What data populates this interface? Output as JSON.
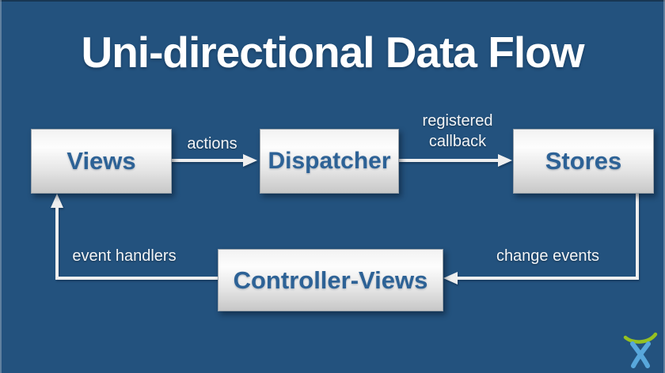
{
  "title": "Uni-directional Data Flow",
  "nodes": [
    {
      "id": "views",
      "label": "Views"
    },
    {
      "id": "dispatcher",
      "label": "Dispatcher"
    },
    {
      "id": "stores",
      "label": "Stores"
    },
    {
      "id": "controller-views",
      "label": "Controller-Views"
    }
  ],
  "edges": [
    {
      "from": "views",
      "to": "dispatcher",
      "label": "actions"
    },
    {
      "from": "dispatcher",
      "to": "stores",
      "label": "registered callback"
    },
    {
      "from": "stores",
      "to": "controller-views",
      "label": "change events"
    },
    {
      "from": "controller-views",
      "to": "views",
      "label": "event handlers"
    }
  ],
  "icons": {
    "logo": "atlassian-logo-icon"
  },
  "colors": {
    "background": "#23527E",
    "node_text": "#2D6296",
    "node_fill_top": "#FDFDFD",
    "node_fill_bottom": "#C7C7C7",
    "arrow": "#EFEFEF",
    "label_text": "#F3F5F7",
    "logo_green": "#96C121",
    "logo_blue": "#58A7DB"
  }
}
